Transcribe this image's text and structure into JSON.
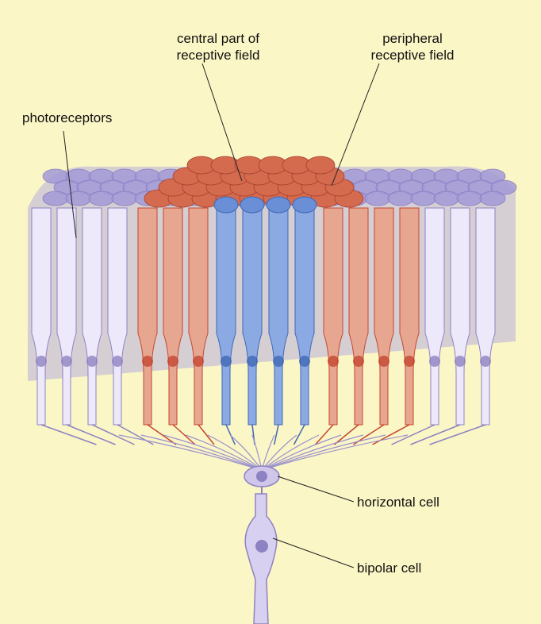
{
  "labels": {
    "photoreceptors": "photoreceptors",
    "central_line1": "central part of",
    "central_line2": "receptive field",
    "peripheral_line1": "peripheral",
    "peripheral_line2": "receptive field",
    "horizontal_cell": "horizontal cell",
    "bipolar_cell": "bipolar cell"
  },
  "colors": {
    "background": "#fbf6c6",
    "central": "#5a84c9",
    "peripheral": "#c9533c",
    "outer": "#8e83c6",
    "line": "#222222"
  }
}
